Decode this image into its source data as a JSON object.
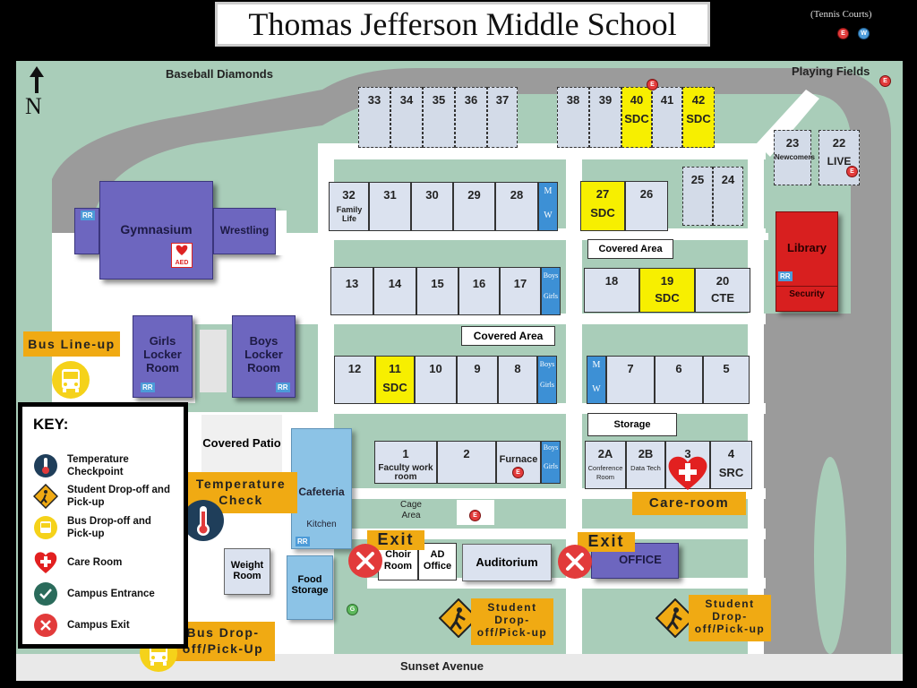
{
  "title": "Thomas Jefferson Middle School",
  "tennis_courts": "(Tennis Courts)",
  "north": "N",
  "areas": {
    "baseball": "Baseball Diamonds",
    "playing_fields": "Playing Fields",
    "street": "Sunset Avenue",
    "covered_area_1": "Covered Area",
    "covered_area_2": "Covered Area",
    "covered_patio": "Covered Patio",
    "cage_area": "Cage Area",
    "storage": "Storage"
  },
  "buildings": {
    "gymnasium": "Gymnasium",
    "wrestling": "Wrestling",
    "girls_locker": "Girls Locker Room",
    "boys_locker": "Boys Locker Room",
    "library": "Library",
    "security": "Security",
    "cafeteria": "Cafeteria",
    "kitchen": "Kitchen",
    "weight_room": "Weight Room",
    "food_storage": "Food Storage",
    "choir": "Choir Room",
    "ad_office": "AD Office",
    "auditorium": "Auditorium",
    "office": "OFFICE",
    "furnace": "Furnace"
  },
  "rooms": {
    "r33": "33",
    "r34": "34",
    "r35": "35",
    "r36": "36",
    "r37": "37",
    "r38": "38",
    "r39": "39",
    "r40": "40",
    "r41": "41",
    "r42": "42",
    "r23": "23",
    "r23_sub": "Newcomers",
    "r22": "22",
    "r22_sub": "LIVE",
    "r32": "32",
    "r32_sub": "Family Life",
    "r31": "31",
    "r30": "30",
    "r29": "29",
    "r28": "28",
    "r27": "27",
    "r26": "26",
    "r25": "25",
    "r24": "24",
    "r13": "13",
    "r14": "14",
    "r15": "15",
    "r16": "16",
    "r17": "17",
    "r18": "18",
    "r19": "19",
    "r20": "20",
    "r20_sub": "CTE",
    "r12": "12",
    "r11": "11",
    "r10": "10",
    "r9": "9",
    "r8": "8",
    "r7": "7",
    "r6": "6",
    "r5": "5",
    "r1": "1",
    "r1_sub": "Faculty work room",
    "r2": "2",
    "r2a": "2A",
    "r2a_sub": "Conference Room",
    "r2b": "2B",
    "r2b_sub": "Data Tech",
    "r3": "3",
    "r4": "4",
    "r4_sub": "SRC",
    "sdc": "SDC",
    "w": "W",
    "m": "M",
    "girls": "Girls",
    "boys": "Boys"
  },
  "tags": {
    "bus_lineup": "Bus Line-up",
    "temp_check": "Temperature Check",
    "bus_dropoff": "Bus Drop-off/Pick-Up",
    "care_room": "Care-room",
    "exit1": "Exit",
    "exit2": "Exit",
    "student_drop1": "Student Drop-off/Pick-up",
    "student_drop2": "Student Drop-off/Pick-up"
  },
  "badges": {
    "rr": "RR",
    "aed": "AED",
    "e": "E",
    "w": "W",
    "g": "G"
  },
  "key": {
    "title": "KEY:",
    "items": [
      {
        "label": "Temperature Checkpoint",
        "icon": "thermometer-icon"
      },
      {
        "label": "Student Drop-off and Pick-up",
        "icon": "pedestrian-sign-icon"
      },
      {
        "label": "Bus Drop-off and Pick-up",
        "icon": "bus-icon"
      },
      {
        "label": "Care Room",
        "icon": "heart-cross-icon"
      },
      {
        "label": "Campus Entrance",
        "icon": "check-icon"
      },
      {
        "label": "Campus Exit",
        "icon": "x-icon"
      }
    ]
  },
  "colors": {
    "grass": "#a9cdb9",
    "path": "#9b9b9b",
    "classroom": "#dbe2ef",
    "sdc": "#f7ef00",
    "gym": "#6d66bf",
    "library": "#d81f1f",
    "cafeteria": "#8cc3e6",
    "tag": "#f0aa13",
    "exit": "#e23b3b"
  }
}
